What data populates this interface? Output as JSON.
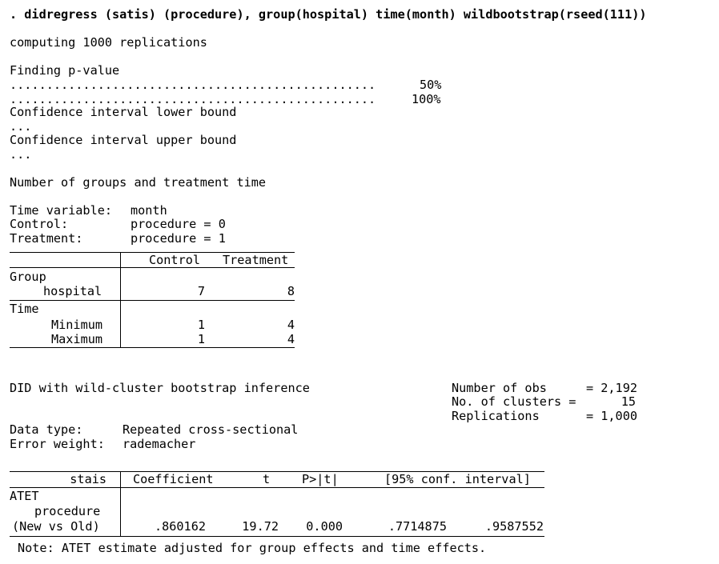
{
  "command": ". didregress (satis) (procedure), group(hospital) time(month) wildbootstrap(rseed(111))",
  "computing": "computing 1000 replications",
  "pvalue": {
    "title": "Finding p-value",
    "dots1": "..................................................",
    "pct1": "50%",
    "dots2": "..................................................",
    "pct2": "100%"
  },
  "ci": {
    "lower": "Confidence interval lower bound",
    "lower_dots": "...",
    "upper": "Confidence interval upper bound",
    "upper_dots": "..."
  },
  "groups_title": "Number of groups and treatment time",
  "time_variable": {
    "label": "Time variable:",
    "value": "month",
    "control_label": "Control:",
    "control_value": "procedure = 0",
    "treatment_label": "Treatment:",
    "treatment_value": "procedure = 1"
  },
  "groups_table": {
    "col_control": "Control",
    "col_treatment": "Treatment",
    "group_header": "Group",
    "hospital_label": "hospital",
    "hospital_control": "7",
    "hospital_treatment": "8",
    "time_header": "Time",
    "minimum_label": "Minimum",
    "minimum_control": "1",
    "minimum_treatment": "4",
    "maximum_label": "Maximum",
    "maximum_control": "1",
    "maximum_treatment": "4"
  },
  "estimation": {
    "title": "DID with wild-cluster bootstrap inference",
    "nobs_label": "Number of obs",
    "nobs_value": "= 2,192",
    "nclusters_label": "No. of clusters =",
    "nclusters_value": "15",
    "reps_label": "Replications",
    "reps_value": "= 1,000",
    "datatype_label": "Data type:",
    "datatype_value": "Repeated cross-sectional",
    "errweight_label": "Error weight:",
    "errweight_value": "rademacher"
  },
  "coef_table": {
    "depvar": "stais",
    "col_coef": "Coefficient",
    "col_t": "t",
    "col_p": "P>|t|",
    "col_ci": "[95% conf. interval]",
    "atet_label": "ATET",
    "procedure_label": "procedure",
    "row_label": "(New vs Old)",
    "coef": ".860162",
    "t": "19.72",
    "p": "0.000",
    "ci_low": ".7714875",
    "ci_high": ".9587552"
  },
  "note": "Note: ATET estimate adjusted for group effects and time effects."
}
